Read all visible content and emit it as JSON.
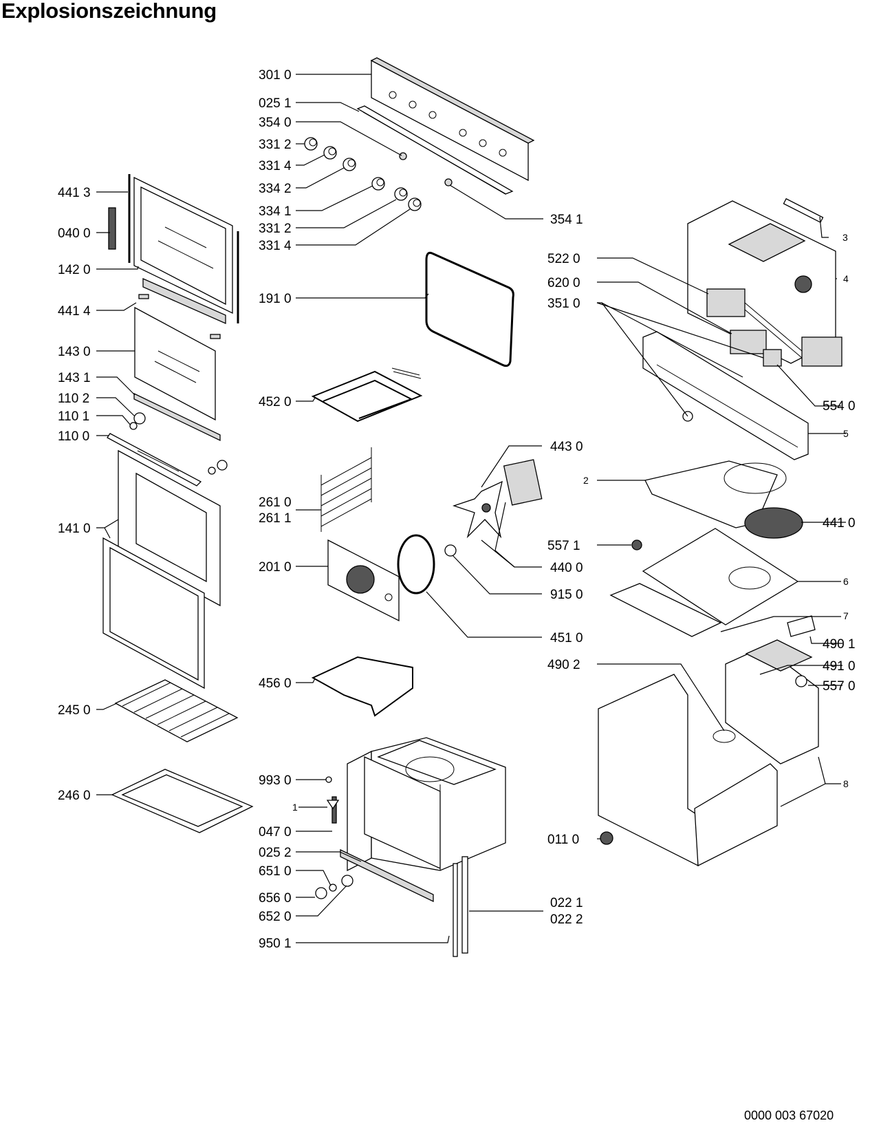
{
  "title": "Explosionszeichnung",
  "document_number": "0000 003 67020",
  "part_labels": [
    "301 0",
    "025 1",
    "354 0",
    "331 2",
    "331 4",
    "334 2",
    "334 1",
    "331 2",
    "331 4",
    "354 1",
    "441 3",
    "040 0",
    "142 0",
    "441 4",
    "143 0",
    "143 1",
    "110 2",
    "110 1",
    "110 0",
    "141 0",
    "245 0",
    "246 0",
    "191 0",
    "452 0",
    "261 0",
    "261 1",
    "201 0",
    "456 0",
    "993 0",
    "047 0",
    "025 2",
    "651 0",
    "656 0",
    "652 0",
    "950 1",
    "022 1",
    "022 2",
    "522 0",
    "620 0",
    "351 0",
    "554 0",
    "443 0",
    "441 0",
    "557 1",
    "440 0",
    "915 0",
    "451 0",
    "490 1",
    "490 2",
    "491 0",
    "557 0",
    "011 0"
  ],
  "group_labels": [
    "1",
    "2",
    "3",
    "4",
    "5",
    "6",
    "7",
    "8"
  ]
}
